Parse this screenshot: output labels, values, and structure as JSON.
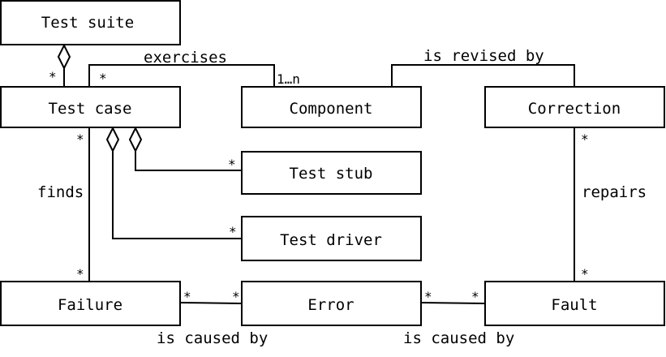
{
  "classes": {
    "test_suite": "Test suite",
    "test_case": "Test case",
    "component": "Component",
    "correction": "Correction",
    "test_stub": "Test stub",
    "test_driver": "Test driver",
    "failure": "Failure",
    "error": "Error",
    "fault": "Fault"
  },
  "associations": {
    "exercises": "exercises",
    "is_revised_by": "is revised by",
    "finds": "finds",
    "repairs": "repairs",
    "failure_error": "is caused by",
    "error_fault": "is caused by"
  },
  "multiplicities": {
    "suite_testcase": "*",
    "testcase_exercises": "*",
    "component_exercises": "1…n",
    "testcase_finds": "*",
    "failure_finds": "*",
    "stub": "*",
    "driver": "*",
    "correction_repairs": "*",
    "fault_repairs": "*",
    "failure_error": "*",
    "error_failure": "*",
    "error_fault": "*",
    "fault_error": "*"
  }
}
